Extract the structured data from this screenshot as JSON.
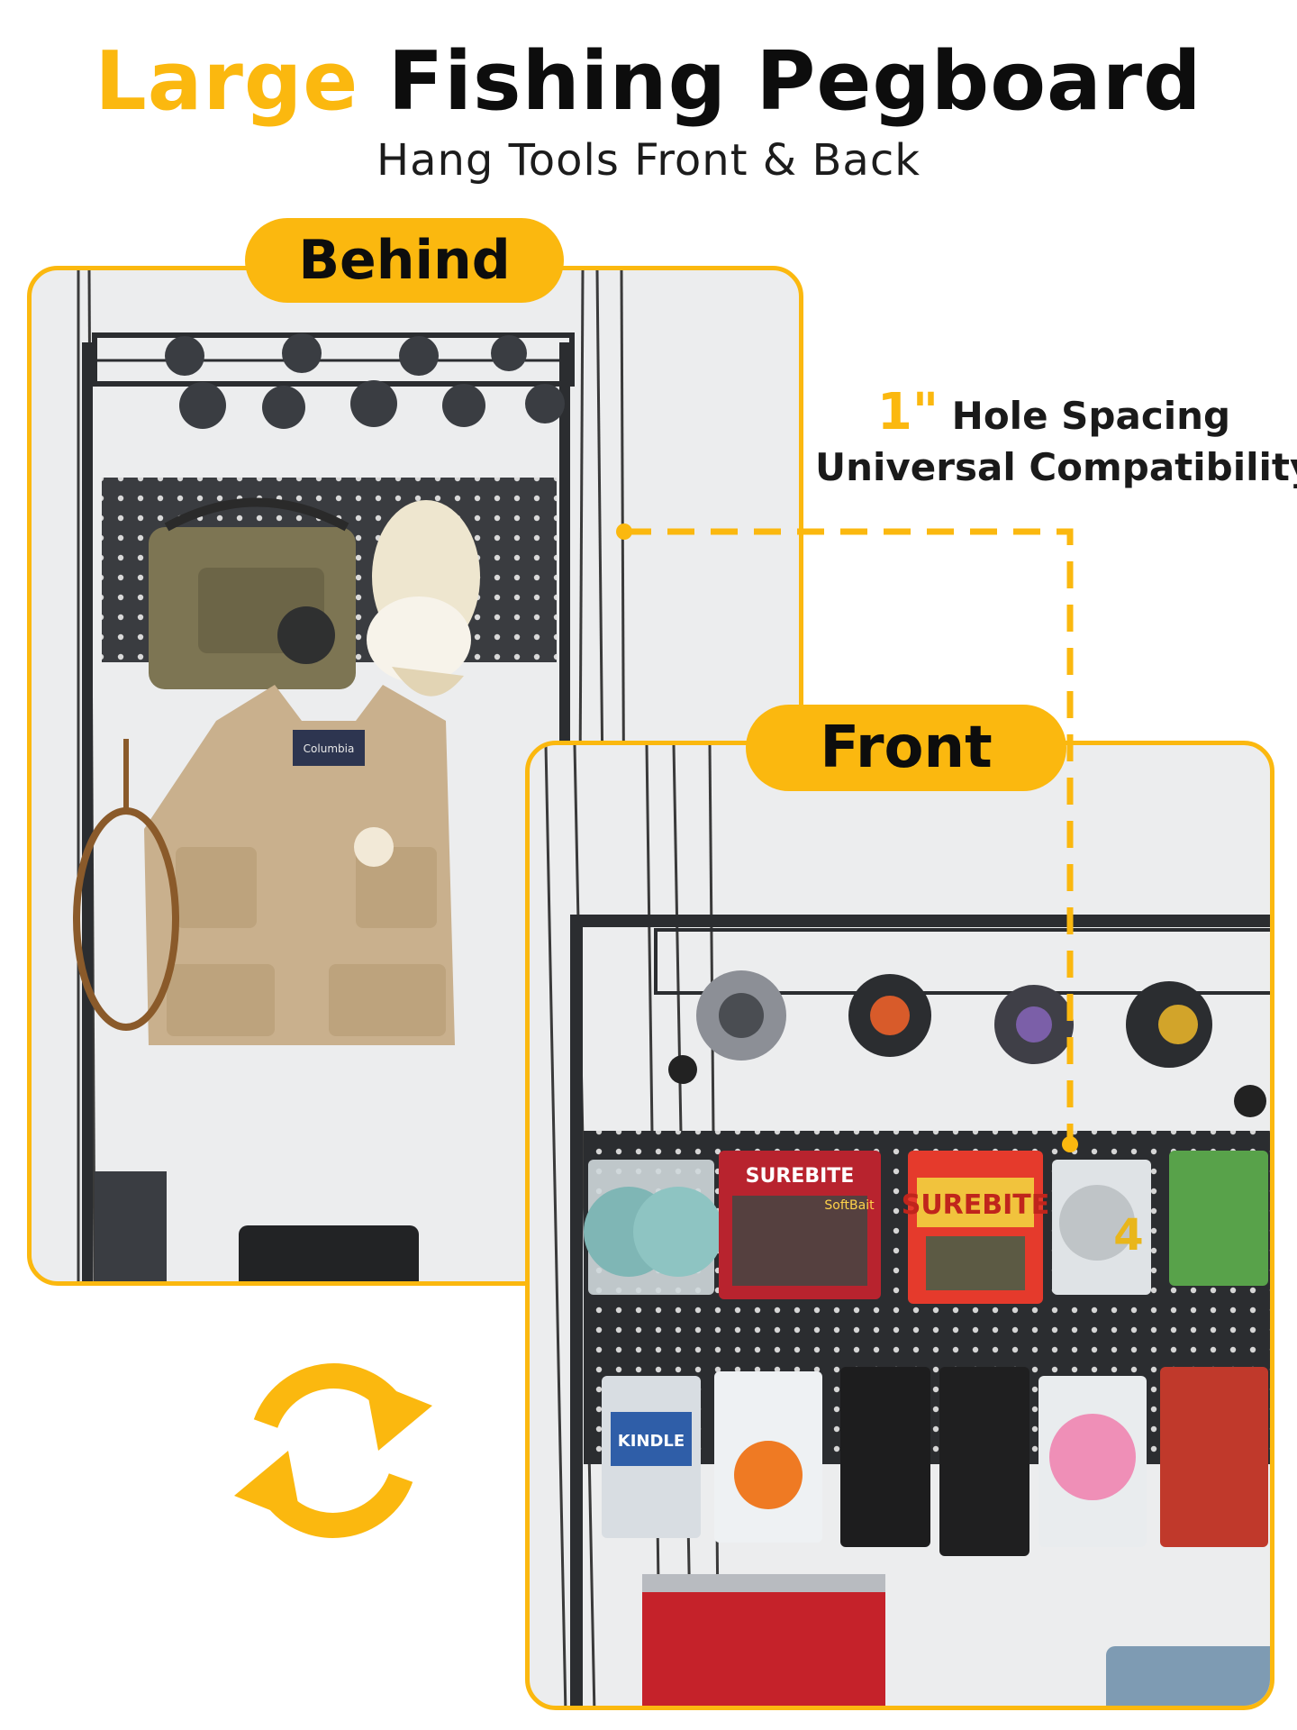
{
  "header": {
    "title_accent": "Large",
    "title_main": "Fishing Pegboard",
    "subtitle": "Hang Tools Front & Back"
  },
  "labels": {
    "behind": "Behind",
    "front": "Front"
  },
  "spec": {
    "spacing_value": "1\"",
    "spacing_label": "Hole Spacing",
    "compatibility": "Universal Compatibility"
  },
  "product_text": {
    "surebite": "SUREBITE",
    "softbait": "SoftBait",
    "kindle": "KINDLE",
    "columbia": "Columbia"
  },
  "colors": {
    "accent": "#fbb80f",
    "text_dark": "#0d0d0d",
    "rack": "#2b2d30",
    "vest": "#c9b08d",
    "bag": "#7d7553"
  },
  "icons": {
    "rotate": "rotate-arrows-icon",
    "guide": "dashed-guide-line"
  }
}
